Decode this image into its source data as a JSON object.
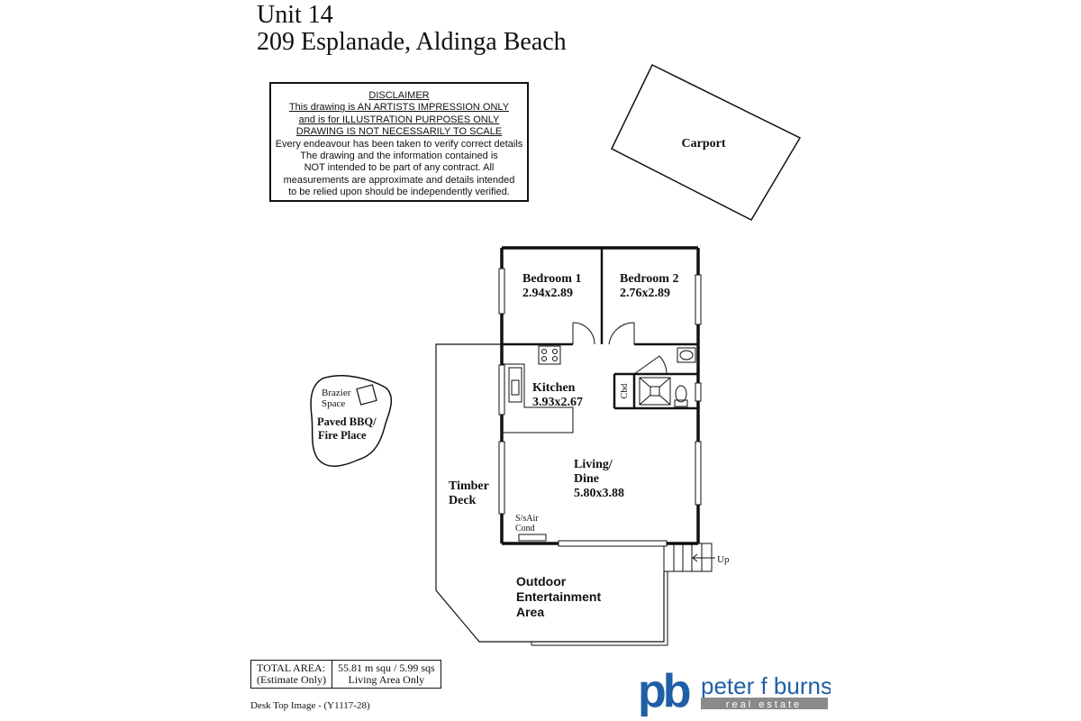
{
  "header": {
    "unit": "Unit 14",
    "address": "209 Esplanade, Aldinga Beach"
  },
  "disclaimer": {
    "lines": [
      "DISCLAIMER",
      "This drawing is AN ARTISTS IMPRESSION ONLY",
      "and is for ILLUSTRATION PURPOSES ONLY",
      "DRAWING IS NOT NECESSARILY TO SCALE",
      "Every endeavour has been taken to verify correct details",
      "The drawing and the information contained is",
      "NOT intended to be part of any contract. All",
      "measurements are approximate and details intended",
      "to be relied upon should be independently verified."
    ]
  },
  "plan": {
    "carport": "Carport",
    "bedroom1": {
      "name": "Bedroom 1",
      "size": "2.94x2.89"
    },
    "bedroom2": {
      "name": "Bedroom 2",
      "size": "2.76x2.89"
    },
    "kitchen": {
      "name": "Kitchen",
      "size": "3.93x2.67"
    },
    "living": {
      "name1": "Living/",
      "name2": "Dine",
      "size": "5.80x3.88"
    },
    "cbd": "Cbd",
    "aircon": {
      "line1": "S/sAir",
      "line2": "Cond"
    },
    "deck": {
      "line1": "Timber",
      "line2": "Deck"
    },
    "outdoor": {
      "line1": "Outdoor",
      "line2": "Entertainment",
      "line3": "Area"
    },
    "up": "Up",
    "brazier": {
      "line1": "Brazier",
      "line2": "Space"
    },
    "bbq": {
      "line1": "Paved BBQ/",
      "line2": "Fire Place"
    }
  },
  "area": {
    "label1": "TOTAL AREA:",
    "label2": "(Estimate Only)",
    "value": "55.81 m squ /  5.99 sqs",
    "note": "Living Area Only"
  },
  "footnote": "Desk Top Image - (Y1117-28)",
  "logo": {
    "monogram": "pb",
    "name": "peter f burns",
    "tagline": "real estate",
    "colors": {
      "monogram": "#1f5fa6",
      "name": "#1f5fa6",
      "tag_bg": "#8a8a8a",
      "tag_text": "#ffffff"
    }
  }
}
